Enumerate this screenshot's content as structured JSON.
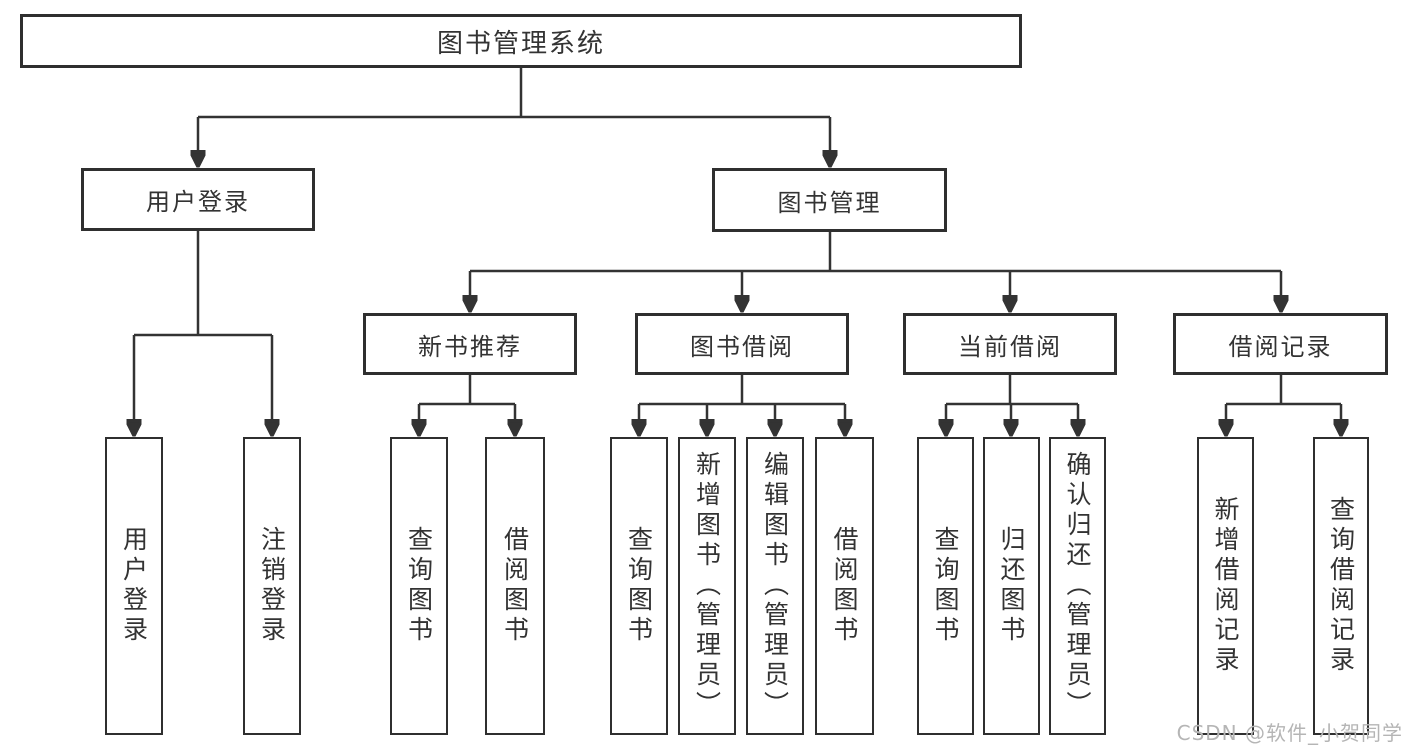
{
  "nodes": {
    "root": {
      "label": "图书管理系统"
    },
    "login": {
      "label": "用户登录"
    },
    "mgmt": {
      "label": "图书管理"
    },
    "recommend": {
      "label": "新书推荐"
    },
    "borrow": {
      "label": "图书借阅"
    },
    "current": {
      "label": "当前借阅"
    },
    "record": {
      "label": "借阅记录"
    },
    "leaf_user_login": {
      "label": "用户登录"
    },
    "leaf_logout": {
      "label": "注销登录"
    },
    "leaf_rec_query": {
      "label": "查询图书"
    },
    "leaf_rec_borrow": {
      "label": "借阅图书"
    },
    "leaf_bor_query": {
      "label": "查询图书"
    },
    "leaf_bor_add": {
      "label": "新增图书（管理员）"
    },
    "leaf_bor_edit": {
      "label": "编辑图书（管理员）"
    },
    "leaf_bor_borrow": {
      "label": "借阅图书"
    },
    "leaf_cur_query": {
      "label": "查询图书"
    },
    "leaf_cur_return": {
      "label": "归还图书"
    },
    "leaf_cur_confirm": {
      "label": "确认归还（管理员）"
    },
    "leaf_recd_add": {
      "label": "新增借阅记录"
    },
    "leaf_recd_query": {
      "label": "查询借阅记录"
    }
  },
  "watermark": {
    "text": "CSDN @软件_小贺同学"
  },
  "colors": {
    "line": "#333333",
    "box_border": "#2f2f2f",
    "text": "#333333",
    "watermark": "#b5b5b5",
    "background": "#ffffff"
  }
}
